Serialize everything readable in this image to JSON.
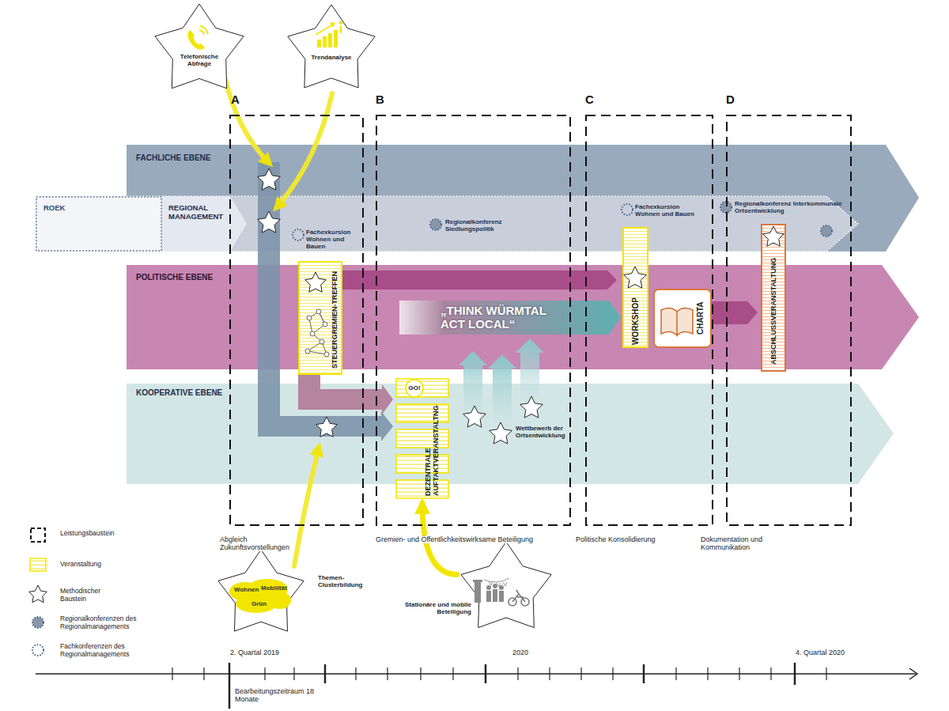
{
  "diagram": {
    "nodes": [
      {
        "text": [
          "Telefonische Abfrage"
        ]
      },
      {
        "text": [
          "Trendanalyse"
        ]
      },
      {
        "text": [
          "A",
          "Abgleich Zukunftsvorstellungen"
        ]
      },
      {
        "text": [
          "B",
          "Gremien- und Öffentlichkeitswirksame Beteiligung"
        ]
      },
      {
        "text": [
          "C",
          "Politische Konsolidierung"
        ]
      },
      {
        "text": [
          "D",
          "Dokumentation und Kommunikation"
        ]
      },
      {
        "text": [
          "FACHLICHE EBENE"
        ]
      },
      {
        "text": [
          "ROEK"
        ],
        "in": 6
      },
      {
        "text": [
          "REGIONAL MANAGEMENT"
        ],
        "in": 6
      },
      {
        "text": [
          "POLITISCHE EBENE"
        ]
      },
      {
        "text": [
          "STEUERGREMIEN-TREFFEN"
        ],
        "in": 2
      },
      {
        "text": [
          "„THINK WÜRMTAL ACT LOCAL“"
        ],
        "in": 9
      },
      {
        "text": [
          "WORKSHOP"
        ],
        "in": 4
      },
      {
        "text": [
          "CHARTA"
        ],
        "in": 4
      },
      {
        "text": [
          "ABSCHLUSSVERANSTALTUNG"
        ],
        "in": 5
      },
      {
        "text": [
          "KOOPERATIVE EBENE"
        ]
      },
      {
        "text": [
          "DEZENTRALE AUFTAKTVERANSTALTNG"
        ],
        "in": 3
      },
      {
        "text": [
          "Themen-Clusterbildung"
        ]
      },
      {
        "text": [
          "Stationäre und mobile Beteiligung"
        ]
      }
    ],
    "edges": [
      {
        "from": 18,
        "to": 16,
        "arrow": "to"
      }
    ],
    "labels": [
      "GO!",
      "Wohnen",
      "Mobilität",
      "Grün",
      "Fachexkursion Wohnen und Bauen",
      "Regionalkonferenz Siedlungspolitik",
      "Fachexkursion Wohnen und Bauen",
      "Regionalkonferenz Interkommunale Ortsentwicklung",
      "Wettbewerb der Ortsentwicklung",
      "2. Quartal 2019",
      "2020",
      "4. Quartal 2020",
      "Bearbeitungszeitraum 18 Monate"
    ],
    "legend": [
      {
        "text": "Leistungsbaustein"
      },
      {
        "text": "Veranstaltung"
      },
      {
        "text": "Methodischer Baustein"
      },
      {
        "text": "Regionalkonferenzen des Regionalmanagements"
      },
      {
        "text": "Fachkonferenzen des Regionalmanagements"
      }
    ]
  }
}
